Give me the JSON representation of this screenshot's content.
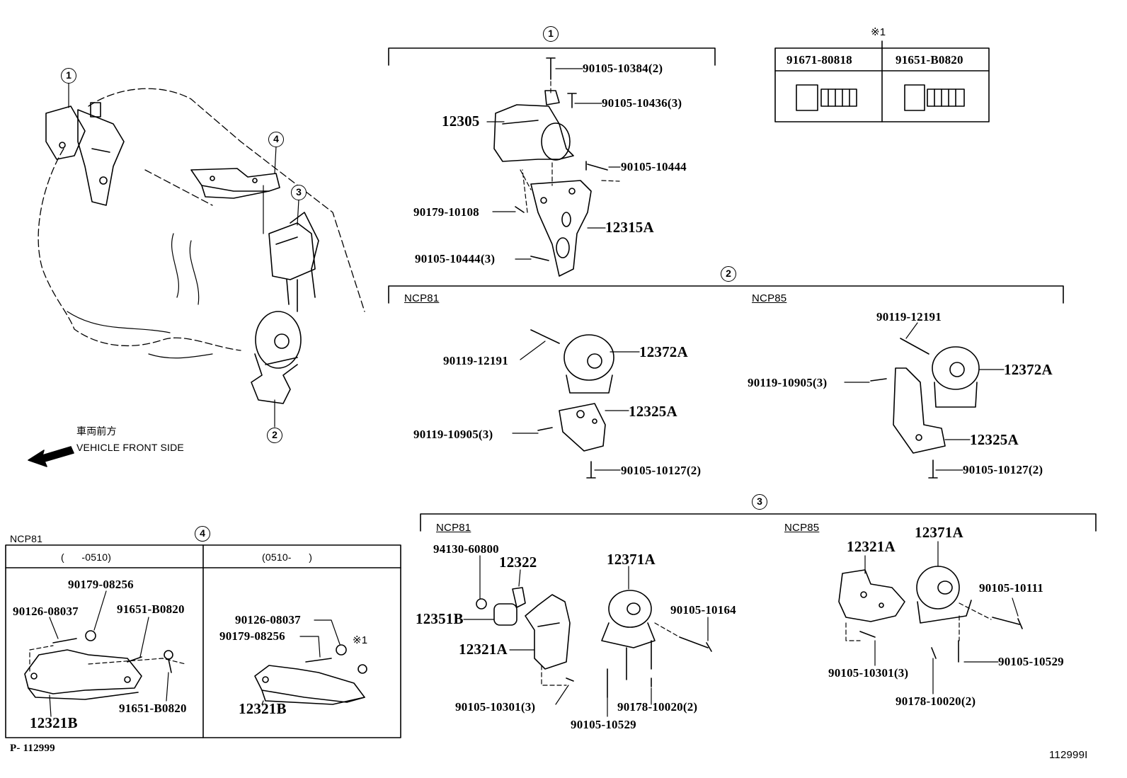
{
  "refs": {
    "c1": "1",
    "c2": "2",
    "c3": "3",
    "c4": "4"
  },
  "note_mark": "※1",
  "vehicle_front": {
    "jp": "車両前方",
    "en": "VEHICLE FRONT SIDE"
  },
  "page_code": "P- 112999",
  "image_code": "112999I",
  "note_table": {
    "col1": "91671-80818",
    "col2": "91651-B0820"
  },
  "section1": {
    "parts": {
      "p1": "90105-10384(2)",
      "p2": "90105-10436(3)",
      "p3": "12305",
      "p4": "90105-10444",
      "p5": "90179-10108",
      "p6": "12315A",
      "p7": "90105-10444(3)"
    }
  },
  "section2": {
    "model_left": "NCP81",
    "model_right": "NCP85",
    "left": {
      "p1": "90119-12191",
      "p2": "12372A",
      "p3": "12325A",
      "p4": "90119-10905(3)",
      "p5": "90105-10127(2)"
    },
    "right": {
      "p1": "90119-12191",
      "p2": "90119-10905(3)",
      "p3": "12372A",
      "p4": "12325A",
      "p5": "90105-10127(2)"
    }
  },
  "section3": {
    "model_left": "NCP81",
    "model_right": "NCP85",
    "left": {
      "p1": "94130-60800",
      "p2": "12322",
      "p3": "12351B",
      "p4": "12321A",
      "p5": "12371A",
      "p6": "90105-10164",
      "p7": "90105-10301(3)",
      "p8": "90178-10020(2)",
      "p9": "90105-10529"
    },
    "right": {
      "p1": "12321A",
      "p2": "12371A",
      "p3": "90105-10111",
      "p4": "90105-10529",
      "p5": "90105-10301(3)",
      "p6": "90178-10020(2)"
    }
  },
  "section4": {
    "model": "NCP81",
    "col_left_header": "(      -0510)",
    "col_right_header": "(0510-      )",
    "left": {
      "p1": "90179-08256",
      "p2": "90126-08037",
      "p3": "91651-B0820",
      "p4": "91651-B0820",
      "p5": "12321B"
    },
    "right": {
      "p1": "90126-08037",
      "p2": "90179-08256",
      "p3": "12321B"
    }
  }
}
